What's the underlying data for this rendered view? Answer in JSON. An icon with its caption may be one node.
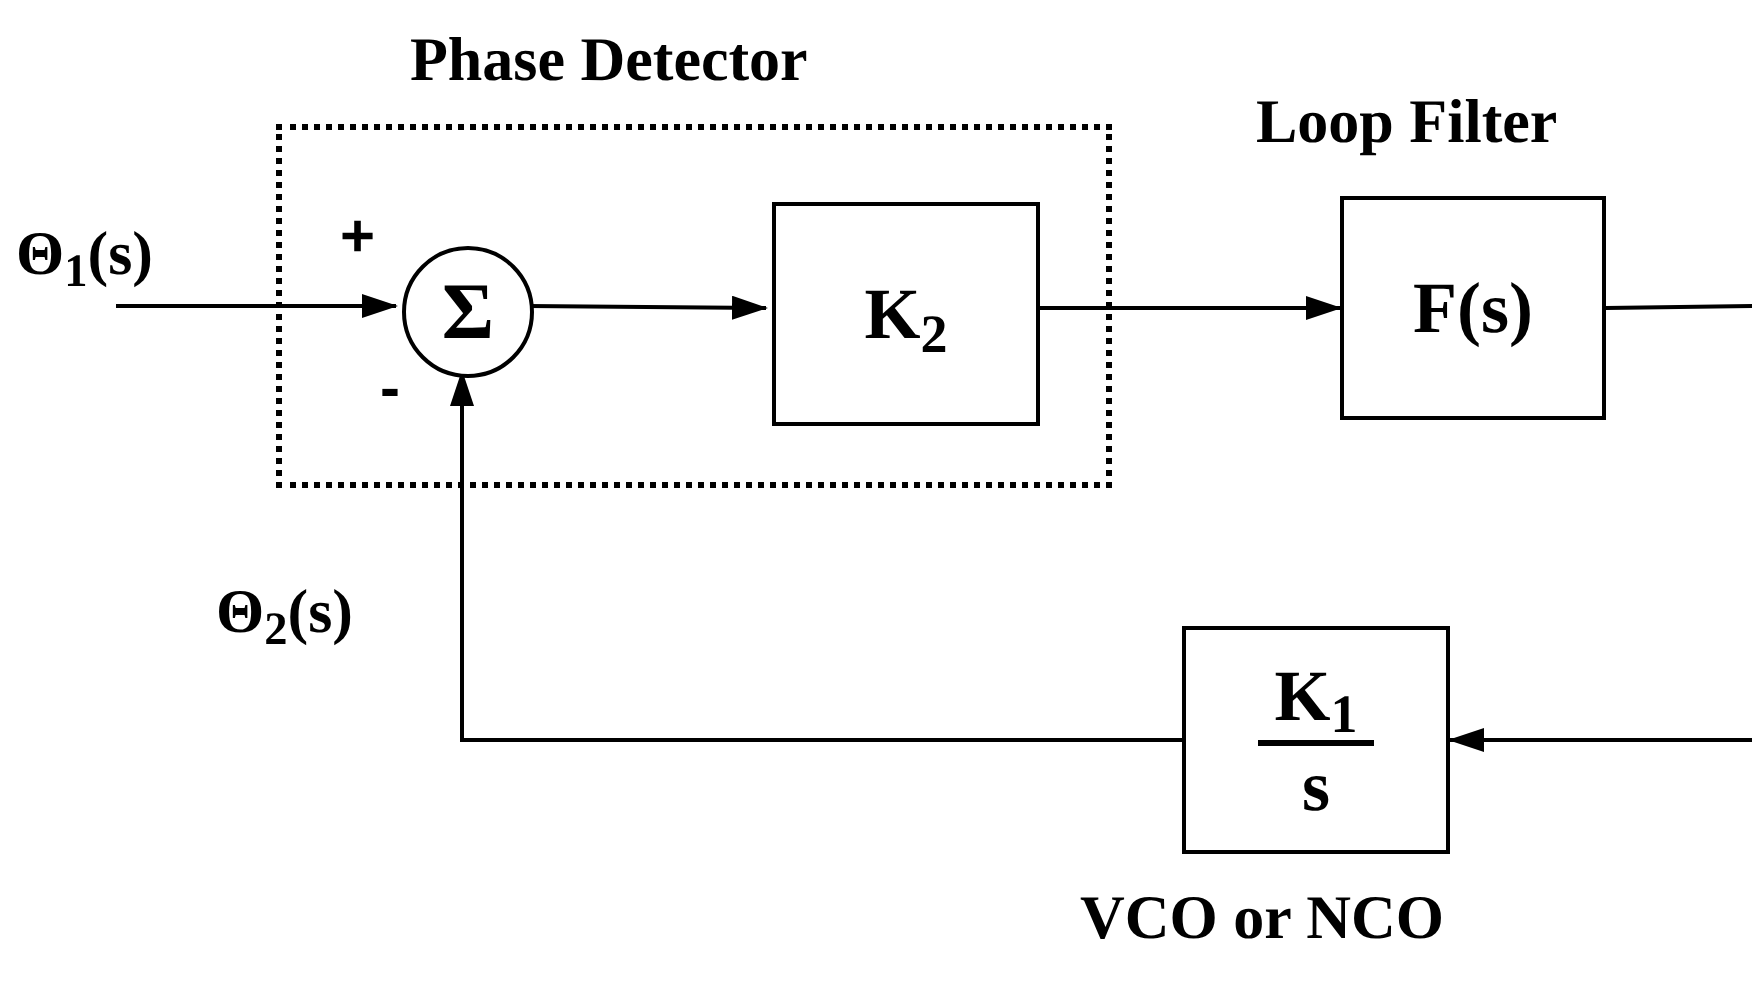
{
  "diagram": {
    "nodes": [
      {
        "text": [
          "Phase Detector"
        ]
      },
      {
        "text": [
          "Σ"
        ],
        "in": 0
      },
      {
        "text": [
          "K$_{2}$"
        ],
        "in": 0
      },
      {
        "text": [
          "F(s)"
        ],
        "beside": [
          "Loop Filter"
        ]
      },
      {
        "text": [
          "K$_{1}$",
          "s"
        ],
        "beside": [
          "VCO or NCO"
        ]
      }
    ],
    "edges": [
      {
        "from": null,
        "to": 1,
        "arrow": "to",
        "label": "Θ$_{1}$(s)"
      },
      {
        "from": 1,
        "to": 2,
        "arrow": "to"
      },
      {
        "from": 2,
        "to": 3,
        "arrow": "to"
      },
      {
        "from": 3,
        "to": null,
        "arrow": "none"
      },
      {
        "from": null,
        "to": 4,
        "arrow": "to"
      },
      {
        "from": 4,
        "to": 1,
        "arrow": "to",
        "label": "Θ$_{2}$(s)"
      }
    ],
    "labels": [
      "+",
      "-"
    ]
  }
}
